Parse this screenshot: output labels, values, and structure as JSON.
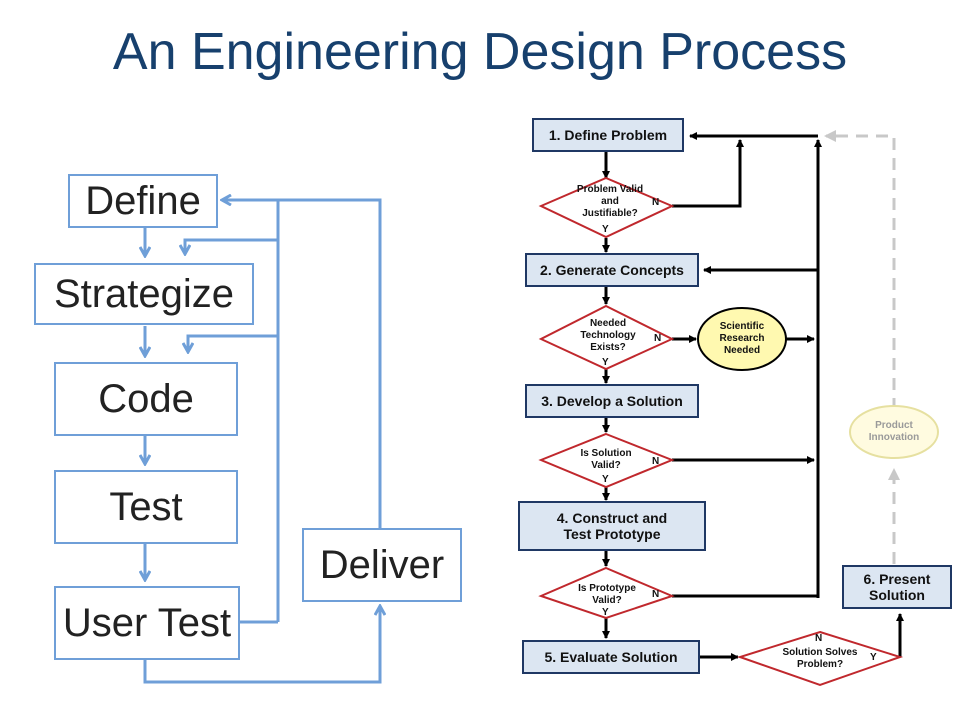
{
  "title": "An Engineering Design Process",
  "left_flow": {
    "steps": [
      "Define",
      "Strategize",
      "Code",
      "Test",
      "User Test",
      "Deliver"
    ]
  },
  "right_flow": {
    "steps": {
      "define": "1. Define Problem",
      "generate": "2. Generate Concepts",
      "develop": "3. Develop a Solution",
      "construct": "4. Construct and Test Prototype",
      "evaluate": "5. Evaluate Solution",
      "present": "6. Present Solution"
    },
    "decisions": {
      "d1": "Problem Valid and Justifiable?",
      "d2": "Needed Technology Exists?",
      "d3": "Is Solution Valid?",
      "d4": "Is Prototype Valid?",
      "d5": "Solution Solves Problem?"
    },
    "yes": "Y",
    "no": "N",
    "research": "Scientific Research Needed",
    "innovation": "Product Innovation"
  },
  "colors": {
    "title": "#17406d",
    "left_line": "#6f9fd8",
    "box_fill": "#dce6f2",
    "box_border": "#1f3864",
    "diamond_border": "#c0282d",
    "research_fill": "#fff9b0",
    "innovation_fill": "#fffbe0",
    "innovation_text": "#9a9a9a",
    "dashed": "#c8c8c8"
  }
}
